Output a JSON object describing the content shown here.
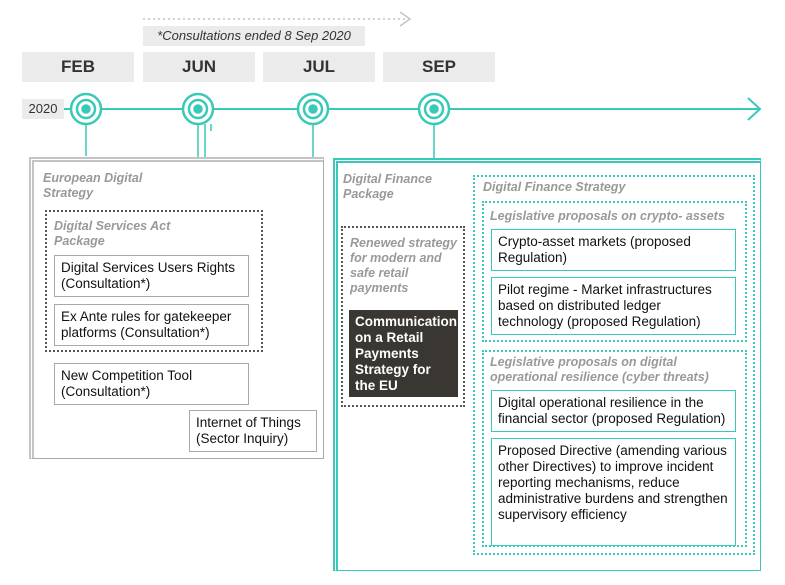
{
  "timeline": {
    "banner": "*Consultations ended 8 Sep 2020",
    "year": "2020",
    "months": [
      "FEB",
      "JUN",
      "JUL",
      "SEP"
    ]
  },
  "colors": {
    "teal": "#39c9b9",
    "gray_frame": "#a9a9a9",
    "dark_box": "#3a3632",
    "label_bg": "#ebebeb"
  },
  "left_group": {
    "title": "European Digital Strategy",
    "dsa_package": {
      "title": "Digital Services Act Package",
      "items": [
        "Digital Services Users Rights (Consultation*)",
        "Ex Ante rules for gatekeeper platforms (Consultation*)"
      ]
    },
    "competition": "New Competition Tool (Consultation*)",
    "iot": "Internet of Things (Sector Inquiry)"
  },
  "right_group": {
    "title": "Digital Finance Package",
    "retail": {
      "title": "Renewed strategy for modern and safe retail payments",
      "communication": "Communication on a Retail Payments Strategy for the EU"
    },
    "dfs": {
      "title": "Digital Finance Strategy",
      "crypto": {
        "title": "Legislative proposals on crypto- assets",
        "items": [
          "Crypto-asset markets (proposed Regulation)",
          "Pilot regime - Market infrastructures based on distributed ledger technology (proposed Regulation)"
        ]
      },
      "resilience": {
        "title": "Legislative proposals on digital operational resilience (cyber threats)",
        "items": [
          "Digital operational resilience in the financial sector (proposed Regulation)",
          "Proposed Directive (amending various other Directives) to improve incident reporting mechanisms, reduce administrative burdens and strengthen supervisory efficiency"
        ]
      }
    }
  }
}
